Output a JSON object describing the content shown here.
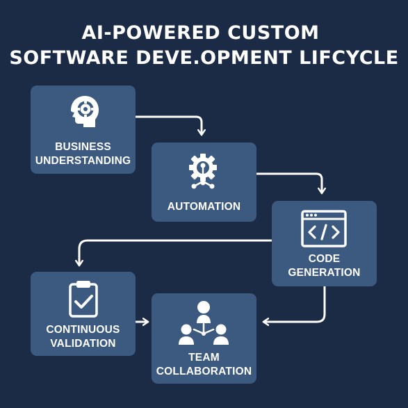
{
  "title": {
    "line1": "AI-POWERED CUSTOM",
    "line2": "SOFTWARE DEVE.OPMENT LIFCYCLE"
  },
  "steps": [
    {
      "id": "business-understanding",
      "label_lines": [
        "BUSINESS",
        "UNDERSTANDING"
      ],
      "icon": "head-gear-icon"
    },
    {
      "id": "automation",
      "label_lines": [
        "AUTOMATION"
      ],
      "icon": "gear-network-icon"
    },
    {
      "id": "code-generation",
      "label_lines": [
        "CODE",
        "GENERATION"
      ],
      "icon": "code-window-icon"
    },
    {
      "id": "continuous-validation",
      "label_lines": [
        "CONTINUOUS",
        "VALIDATION"
      ],
      "icon": "clipboard-check-icon"
    },
    {
      "id": "team-collaboration",
      "label_lines": [
        "TEAM",
        "COLLABORATION"
      ],
      "icon": "team-network-icon"
    }
  ],
  "colors": {
    "background": "#1c2b45",
    "box": "#3c5a80",
    "text": "#ffffff",
    "connector": "#ffffff"
  }
}
